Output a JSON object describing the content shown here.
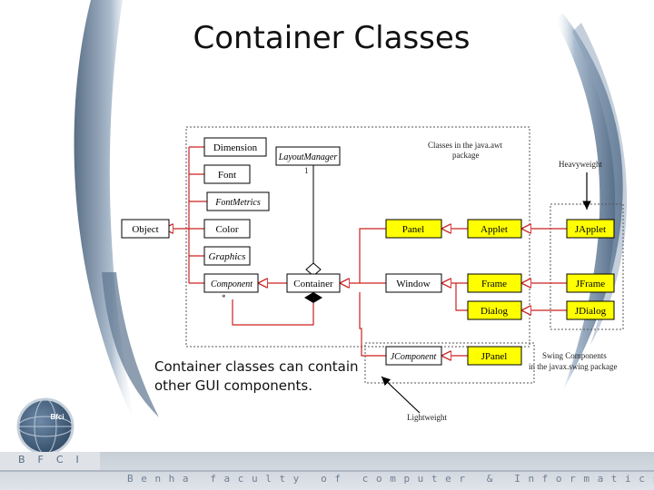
{
  "slide": {
    "title": "Container Classes",
    "caption_line1": "Container classes can contain",
    "caption_line2": "other GUI components.",
    "footer_letters": "BFCI",
    "footer_tagline": "Benha faculty of computer & Informatics",
    "logo_text": "Bfci"
  },
  "diagram": {
    "boxes": {
      "object": "Object",
      "dimension": "Dimension",
      "layout_manager": "LayoutManager",
      "font": "Font",
      "font_metrics": "FontMetrics",
      "color": "Color",
      "graphics": "Graphics",
      "component": "Component",
      "container": "Container",
      "panel": "Panel",
      "applet": "Applet",
      "japplet": "JApplet",
      "window": "Window",
      "frame": "Frame",
      "jframe": "JFrame",
      "dialog": "Dialog",
      "jdialog": "JDialog",
      "jcomponent": "JComponent",
      "jpanel": "JPanel"
    },
    "labels": {
      "awt_package_line1": "Classes in the java.awt",
      "awt_package_line2": "package",
      "heavyweight": "Heavyweight",
      "lightweight": "Lightweight",
      "swing_line1": "Swing Components",
      "swing_line2": "in the javax.swing package",
      "mult_one": "1",
      "mult_many": "*"
    },
    "colors": {
      "swing_box_fill": "#ffff00",
      "connector": "#cc2222",
      "box_border": "#000000"
    }
  }
}
